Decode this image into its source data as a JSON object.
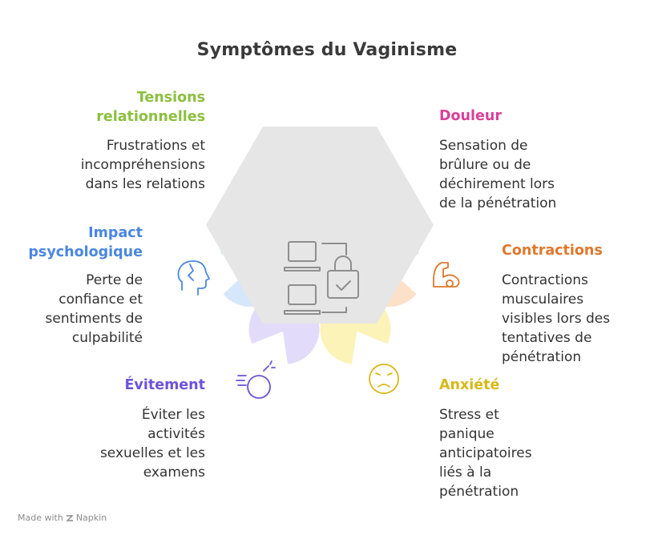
{
  "title": "Symptômes du Vaginisme",
  "colors": {
    "center_hexagon": "#e6e6e6",
    "center_icons": "#8e8e8e",
    "tensions": "#8cbf3f",
    "douleur": "#d9409a",
    "impact": "#4a86e0",
    "contractions": "#e0782c",
    "evitement": "#6e52d8",
    "anxiete": "#d8b818"
  },
  "center_icons": [
    "laptop-icon",
    "laptop-icon",
    "lock-check-icon"
  ],
  "items": [
    {
      "key": "tensions",
      "icon": "people-icon",
      "heading_lines": [
        "Tensions",
        "relationnelles"
      ],
      "desc_lines": [
        "Frustrations et",
        "incompréhensions",
        "dans les relations"
      ]
    },
    {
      "key": "douleur",
      "icon": "crying-face-icon",
      "heading_lines": [
        "Douleur"
      ],
      "desc_lines": [
        "Sensation de",
        "brûlure ou de",
        "déchirement lors",
        "de la pénétration"
      ]
    },
    {
      "key": "impact",
      "icon": "broken-head-icon",
      "heading_lines": [
        "Impact",
        "psychologique"
      ],
      "desc_lines": [
        "Perte de",
        "confiance et",
        "sentiments de",
        "culpabilité"
      ]
    },
    {
      "key": "contractions",
      "icon": "flexed-arm-icon",
      "heading_lines": [
        "Contractions"
      ],
      "desc_lines": [
        "Contractions",
        "musculaires",
        "visibles lors des",
        "tentatives de",
        "pénétration"
      ]
    },
    {
      "key": "evitement",
      "icon": "bomb-icon",
      "heading_lines": [
        "Évitement"
      ],
      "desc_lines": [
        "Éviter les",
        "activités",
        "sexuelles et les",
        "examens"
      ]
    },
    {
      "key": "anxiete",
      "icon": "frowning-face-icon",
      "heading_lines": [
        "Anxiété"
      ],
      "desc_lines": [
        "Stress et",
        "panique",
        "anticipatoires",
        "liés à la",
        "pénétration"
      ]
    }
  ],
  "watermark": {
    "made_with": "Made with",
    "brand": "Napkin"
  }
}
